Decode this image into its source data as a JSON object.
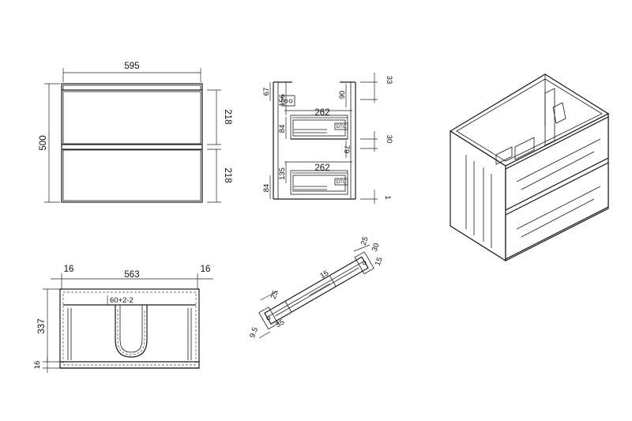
{
  "front_view": {
    "width": "595",
    "height": "500",
    "drawer_top": "218",
    "drawer_bottom": "218"
  },
  "side_view": {
    "top_offset": "67",
    "upper_gap": "156",
    "upper_depth": "262",
    "upper_height": "84",
    "right_top": "33",
    "right_upper": "90",
    "right_mid_gap": "30",
    "right_mid": "79",
    "lower_gap": "135",
    "lower_depth": "262",
    "lower_height": "84",
    "right_bottom": "1",
    "brand_label": "DTC"
  },
  "plan_view": {
    "left_margin": "16",
    "inner_width": "563",
    "right_margin": "16",
    "depth": "337",
    "base": "16",
    "cutout": "60+2-2"
  },
  "slide_rail": {
    "dim_a": "25",
    "dim_b": "30",
    "dim_c": "15",
    "dim_d": "15",
    "dim_e": "25",
    "dim_f": "9.5",
    "dim_g": "35"
  }
}
